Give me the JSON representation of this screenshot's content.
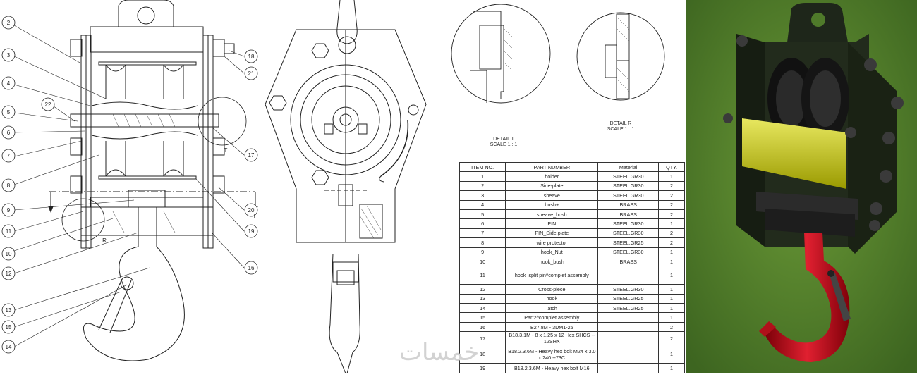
{
  "front_view": {
    "balloons": [
      "2",
      "3",
      "4",
      "5",
      "6",
      "7",
      "8",
      "9",
      "11",
      "10",
      "12",
      "13",
      "15",
      "14",
      "22",
      "18",
      "21",
      "17",
      "20",
      "19",
      "16"
    ],
    "section_label_left": "L",
    "section_label_right": "L",
    "detail_t_label": "T",
    "detail_r_label": "R"
  },
  "details": {
    "detail_t": "DETAIL T",
    "detail_t_scale": "SCALE 1 : 1",
    "detail_r": "DETAIL R",
    "detail_r_scale": "SCALE 1 : 1"
  },
  "bom": {
    "headers": [
      "ITEM NO.",
      "PART NUMBER",
      "Material",
      "QTY."
    ],
    "rows": [
      {
        "item": "1",
        "part": "holder",
        "material": "STEEL.GR30",
        "qty": "1"
      },
      {
        "item": "2",
        "part": "Side-plate",
        "material": "STEEL.GR30",
        "qty": "2"
      },
      {
        "item": "3",
        "part": "sheave",
        "material": "STEEL.GR30",
        "qty": "2"
      },
      {
        "item": "4",
        "part": "bush+",
        "material": "BRASS",
        "qty": "2"
      },
      {
        "item": "5",
        "part": "sheave_bush",
        "material": "BRASS",
        "qty": "2"
      },
      {
        "item": "6",
        "part": "PIN",
        "material": "STEEL.GR30",
        "qty": "1"
      },
      {
        "item": "7",
        "part": "PIN_Side.plate",
        "material": "STEEL.GR30",
        "qty": "2"
      },
      {
        "item": "8",
        "part": "wire protector",
        "material": "STEEL.GR25",
        "qty": "2"
      },
      {
        "item": "9",
        "part": "hook_Nut",
        "material": "STEEL.GR30",
        "qty": "1"
      },
      {
        "item": "10",
        "part": "hook_bush",
        "material": "BRASS",
        "qty": "1"
      },
      {
        "item": "11",
        "part": "hook_split pin^complet assembly",
        "material": "",
        "qty": "1"
      },
      {
        "item": "12",
        "part": "Cross-piece",
        "material": "STEEL.GR30",
        "qty": "1"
      },
      {
        "item": "13",
        "part": "hook",
        "material": "STEEL.GR25",
        "qty": "1"
      },
      {
        "item": "14",
        "part": "latch",
        "material": "STEEL.GR25",
        "qty": "1"
      },
      {
        "item": "15",
        "part": "Part2^complet assembly",
        "material": "",
        "qty": "1"
      },
      {
        "item": "16",
        "part": "B27.8M - 3DM1-25",
        "material": "",
        "qty": "2"
      },
      {
        "item": "17",
        "part": "B18.3.1M - 8 x 1.25 x 12 Hex SHCS -- 12SHX",
        "material": "",
        "qty": "2"
      },
      {
        "item": "18",
        "part": "B18.2.3.6M - Heavy hex bolt M24 x 3.0 x 240 --73C",
        "material": "",
        "qty": "1"
      },
      {
        "item": "19",
        "part": "B18.2.3.6M - Heavy hex bolt M16",
        "material": "",
        "qty": "1"
      }
    ]
  },
  "watermark": "خمسات",
  "colors": {
    "render_bg": "#4f7a2a",
    "frame": "#1c2418",
    "sheave": "#1a1a1a",
    "guard": "#c8c800",
    "hook": "#c0101a",
    "line": "#222222"
  }
}
